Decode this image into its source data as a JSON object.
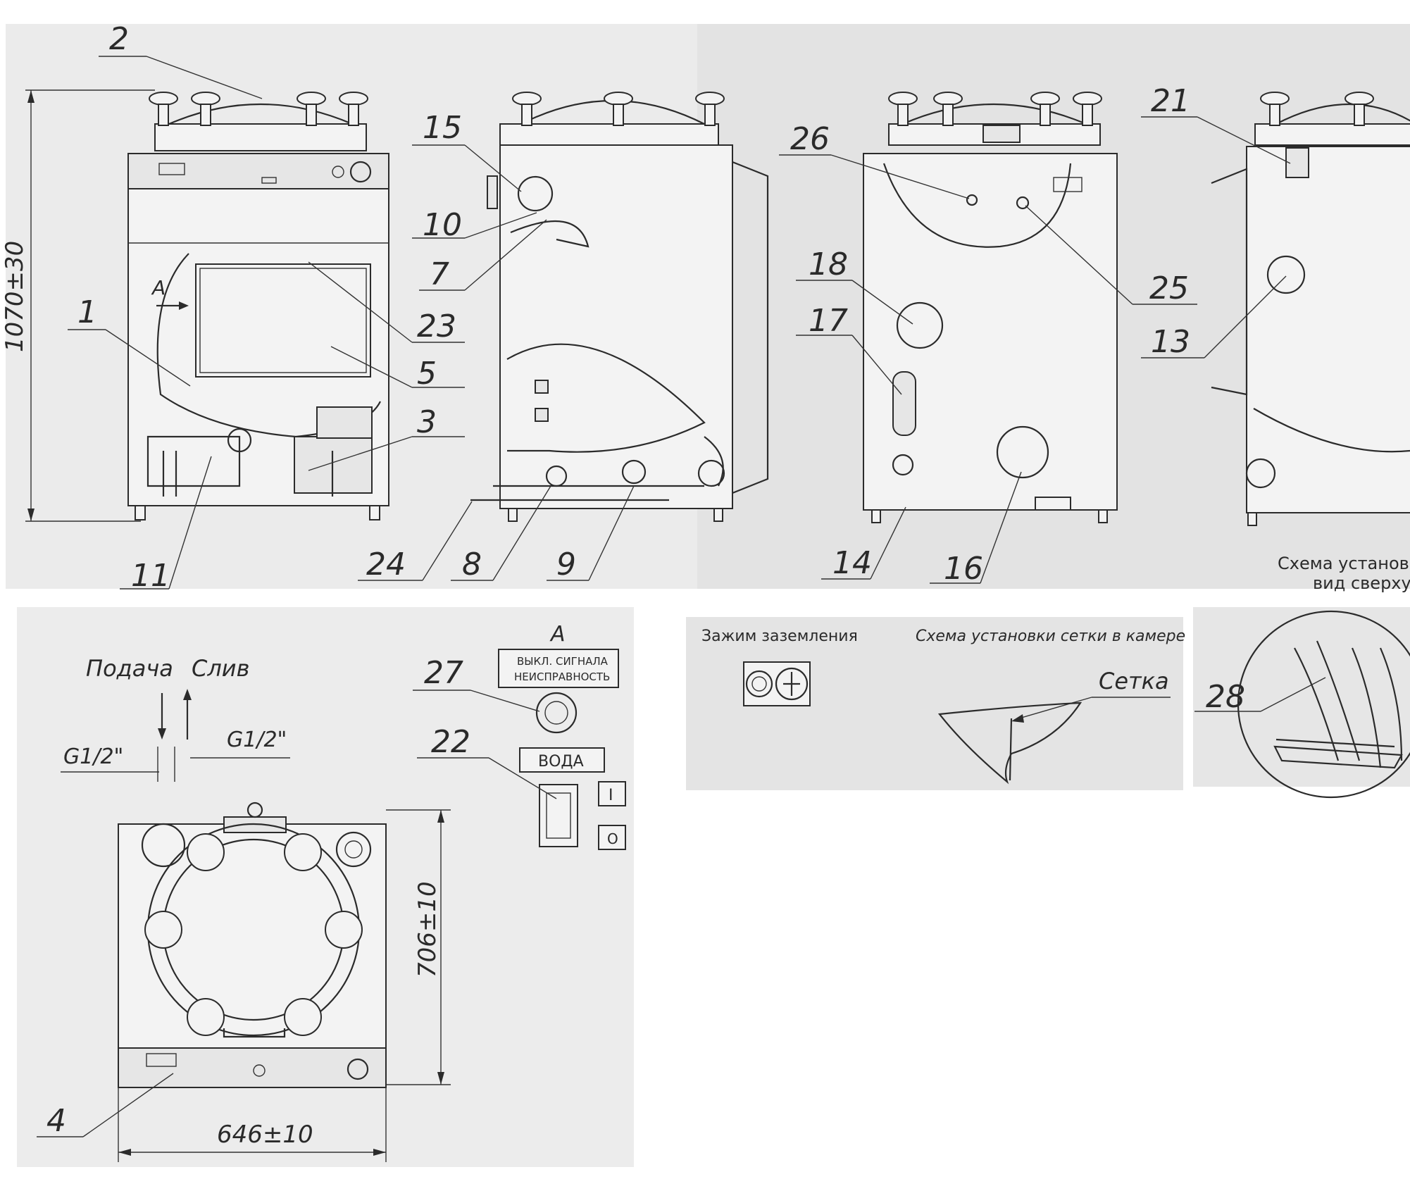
{
  "drawing": {
    "dimensions": {
      "height": "1070±30",
      "depth": "706±10",
      "width": "646±10",
      "thread_supply": "G1/2\"",
      "thread_drain": "G1/2\""
    },
    "views": {
      "view_a_mark": "A",
      "view_a_title": "A",
      "top_view_caption_line1": "Схема установки Т",
      "top_view_caption_line2": "вид сверху"
    },
    "water": {
      "supply": "Подача",
      "drain": "Слив"
    },
    "panel": {
      "alarm_off_line1": "ВЫКЛ. СИГНАЛА",
      "alarm_off_line2": "НЕИСПРАВНОСТЬ",
      "water_label": "ВОДА",
      "switch_on": "I",
      "switch_off": "O"
    },
    "details": {
      "ground_clamp": "Зажим заземления",
      "mesh_scheme": "Схема установки сетки в камере",
      "mesh": "Сетка"
    },
    "callouts": [
      "1",
      "2",
      "3",
      "4",
      "5",
      "7",
      "8",
      "9",
      "10",
      "11",
      "13",
      "14",
      "15",
      "16",
      "17",
      "18",
      "21",
      "22",
      "23",
      "24",
      "25",
      "26",
      "27",
      "28"
    ]
  }
}
